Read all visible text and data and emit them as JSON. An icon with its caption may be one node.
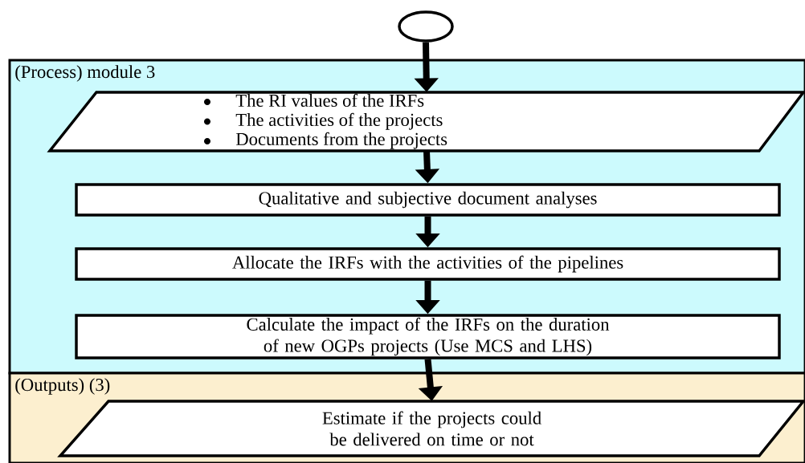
{
  "diagram": {
    "nodes": [
      {
        "text": [],
        "shape": "circle"
      },
      {
        "text": [
          "(Process) module 3"
        ]
      },
      {
        "text": [
          "The RI values of the IRFs",
          "The activities of the projects",
          "Documents from the projects"
        ],
        "in": 1
      },
      {
        "text": [
          "Qualitative and subjective document analyses"
        ],
        "in": 1
      },
      {
        "text": [
          "Allocate the IRFs with the activities of the pipelines"
        ],
        "in": 1
      },
      {
        "text": [
          "Calculate the impact of the IRFs on the duration of new OGPs projects (Use MCS and LHS)"
        ],
        "in": 1
      },
      {
        "text": [
          "(Outputs) (3)"
        ]
      },
      {
        "text": [
          "Estimate if the projects could be delivered on time or not"
        ],
        "in": 6
      }
    ],
    "edges": [
      {
        "from": 0,
        "to": 2,
        "arrow": "to"
      },
      {
        "from": 2,
        "to": 3,
        "arrow": "to"
      },
      {
        "from": 3,
        "to": 4,
        "arrow": "to"
      },
      {
        "from": 4,
        "to": 5,
        "arrow": "to"
      },
      {
        "from": 5,
        "to": 7,
        "arrow": "to"
      }
    ]
  }
}
